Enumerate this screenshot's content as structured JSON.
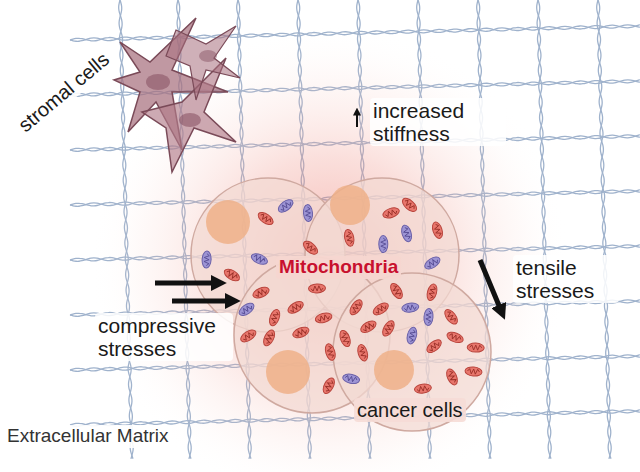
{
  "diagram": {
    "labels": [
      "stromal cells",
      "increased stiffness",
      "tensile stresses",
      "Mitochondria",
      "compressive stresses",
      "cancer cells",
      "Extracellular Matrix"
    ]
  }
}
